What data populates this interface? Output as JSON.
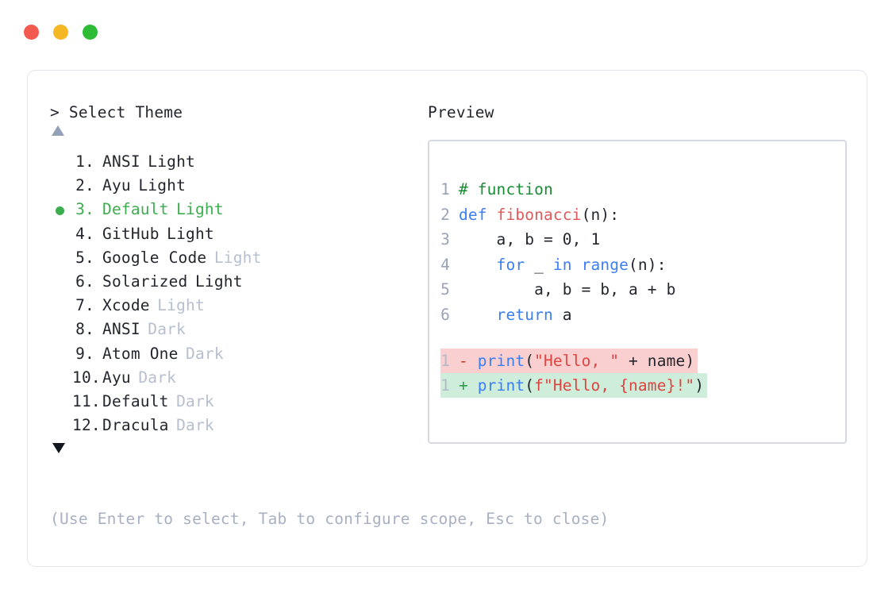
{
  "window": {
    "dots": [
      {
        "name": "close-dot",
        "color": "#f35b51"
      },
      {
        "name": "minimize-dot",
        "color": "#f5b825"
      },
      {
        "name": "maximize-dot",
        "color": "#2cbc35"
      }
    ]
  },
  "theme_picker": {
    "prompt": "> Select Theme",
    "scroll_up_icon": "triangle-up",
    "scroll_down_icon": "triangle-down",
    "selected_index": 3,
    "items": [
      {
        "index": "1.",
        "name": "ANSI",
        "suffix": "Light",
        "suffix_muted": false,
        "selected": false,
        "bullet": false
      },
      {
        "index": "2.",
        "name": "Ayu",
        "suffix": "Light",
        "suffix_muted": false,
        "selected": false,
        "bullet": false
      },
      {
        "index": "3.",
        "name": "Default",
        "suffix": "Light",
        "suffix_muted": false,
        "selected": true,
        "bullet": true
      },
      {
        "index": "4.",
        "name": "GitHub",
        "suffix": "Light",
        "suffix_muted": false,
        "selected": false,
        "bullet": false
      },
      {
        "index": "5.",
        "name": "Google Code",
        "suffix": "Light",
        "suffix_muted": true,
        "selected": false,
        "bullet": false
      },
      {
        "index": "6.",
        "name": "Solarized",
        "suffix": "Light",
        "suffix_muted": false,
        "selected": false,
        "bullet": false
      },
      {
        "index": "7.",
        "name": "Xcode",
        "suffix": "Light",
        "suffix_muted": true,
        "selected": false,
        "bullet": false
      },
      {
        "index": "8.",
        "name": "ANSI",
        "suffix": "Dark",
        "suffix_muted": true,
        "selected": false,
        "bullet": false
      },
      {
        "index": "9.",
        "name": "Atom One",
        "suffix": "Dark",
        "suffix_muted": true,
        "selected": false,
        "bullet": false
      },
      {
        "index": "10.",
        "name": "Ayu",
        "suffix": "Dark",
        "suffix_muted": true,
        "selected": false,
        "bullet": false
      },
      {
        "index": "11.",
        "name": "Default",
        "suffix": "Dark",
        "suffix_muted": true,
        "selected": false,
        "bullet": false
      },
      {
        "index": "12.",
        "name": "Dracula",
        "suffix": "Dark",
        "suffix_muted": true,
        "selected": false,
        "bullet": false
      }
    ],
    "footer_hint": "(Use Enter to select, Tab to configure scope, Esc to close)"
  },
  "preview": {
    "label": "Preview",
    "code_lines": [
      {
        "number": "1",
        "tokens": [
          {
            "text": "# function",
            "kind": "comment"
          }
        ]
      },
      {
        "number": "2",
        "tokens": [
          {
            "text": "def ",
            "kind": "keyword"
          },
          {
            "text": "fibonacci",
            "kind": "fn"
          },
          {
            "text": "(n):",
            "kind": "plain"
          }
        ]
      },
      {
        "number": "3",
        "tokens": [
          {
            "text": "    a, b = 0, 1",
            "kind": "plain"
          }
        ]
      },
      {
        "number": "4",
        "tokens": [
          {
            "text": "    for ",
            "kind": "keyword"
          },
          {
            "text": "_ ",
            "kind": "plain"
          },
          {
            "text": "in range",
            "kind": "keyword"
          },
          {
            "text": "(n):",
            "kind": "plain"
          }
        ]
      },
      {
        "number": "5",
        "tokens": [
          {
            "text": "        a, b = b, a + b",
            "kind": "plain"
          }
        ]
      },
      {
        "number": "6",
        "tokens": [
          {
            "text": "    return ",
            "kind": "keyword"
          },
          {
            "text": "a",
            "kind": "plain"
          }
        ]
      }
    ],
    "diff_lines": [
      {
        "number": "1",
        "kind": "removed",
        "sign": "-",
        "tokens": [
          {
            "text": "print",
            "kind": "keyword"
          },
          {
            "text": "(",
            "kind": "plain"
          },
          {
            "text": "\"Hello, \"",
            "kind": "string"
          },
          {
            "text": " + name)",
            "kind": "plain"
          }
        ]
      },
      {
        "number": "1",
        "kind": "added",
        "sign": "+",
        "tokens": [
          {
            "text": "print",
            "kind": "keyword"
          },
          {
            "text": "(",
            "kind": "plain"
          },
          {
            "text": "f\"Hello, {name}!\"",
            "kind": "string"
          },
          {
            "text": ")",
            "kind": "plain"
          }
        ]
      }
    ]
  },
  "colors": {
    "selected_green": "#3dae50",
    "muted_text": "#b7bfcf",
    "hint_text": "#a8b0c4",
    "diff_removed_bg": "#f9cfcf",
    "diff_added_bg": "#cfeddb",
    "card_border": "#e2e4ea",
    "preview_border": "#d7dae2"
  }
}
